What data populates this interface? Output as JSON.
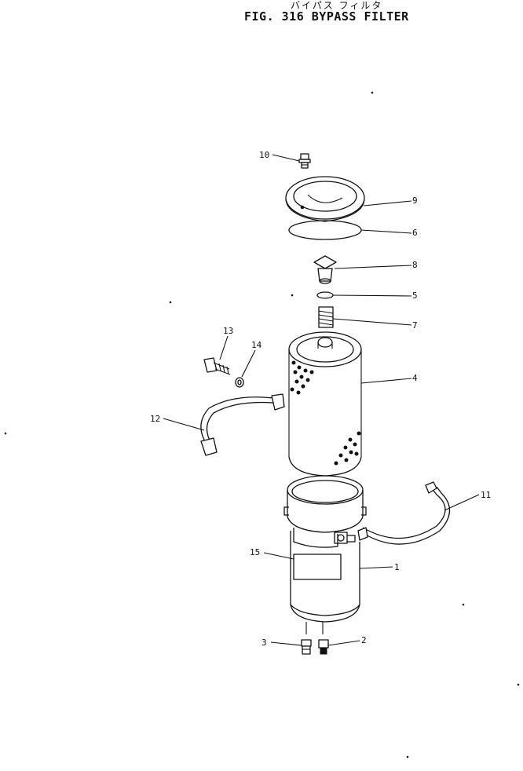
{
  "title": {
    "japanese": "バイパス フィルタ",
    "figure": "FIG. 316 BYPASS FILTER"
  },
  "callouts": [
    {
      "id": "c1",
      "text": "1"
    },
    {
      "id": "c2",
      "text": "2"
    },
    {
      "id": "c3",
      "text": "3"
    },
    {
      "id": "c4",
      "text": "4"
    },
    {
      "id": "c5",
      "text": "5"
    },
    {
      "id": "c6",
      "text": "6"
    },
    {
      "id": "c7",
      "text": "7"
    },
    {
      "id": "c8",
      "text": "8"
    },
    {
      "id": "c9",
      "text": "9"
    },
    {
      "id": "c10",
      "text": "10"
    },
    {
      "id": "c11",
      "text": "11"
    },
    {
      "id": "c12",
      "text": "12"
    },
    {
      "id": "c13",
      "text": "13"
    },
    {
      "id": "c14",
      "text": "14"
    },
    {
      "id": "c15",
      "text": "15"
    }
  ]
}
